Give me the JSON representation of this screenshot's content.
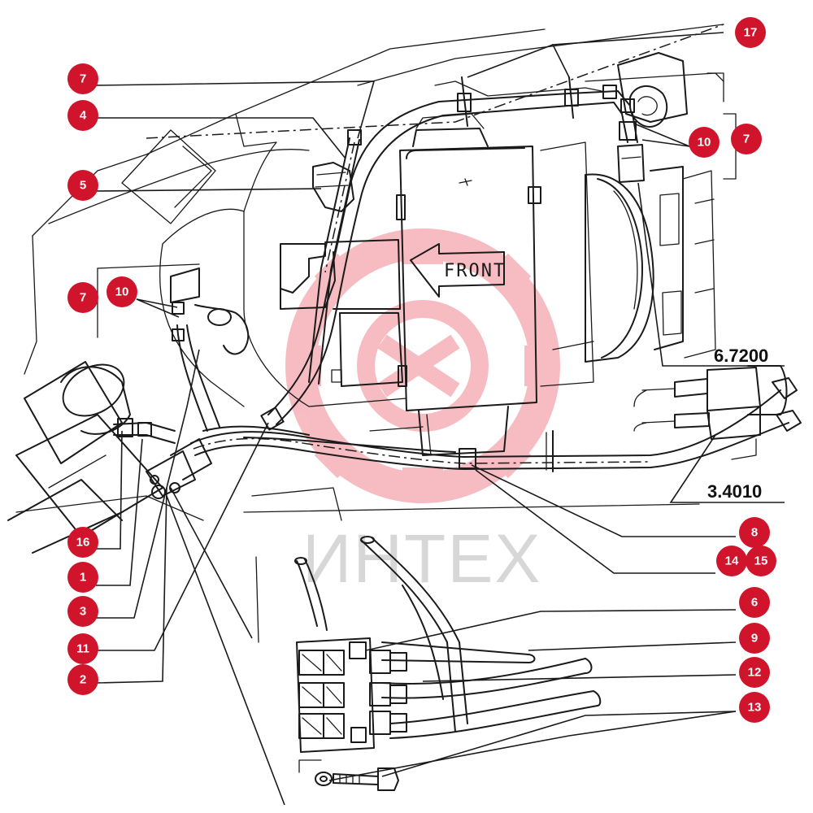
{
  "colors": {
    "callout": "#d0142c",
    "ink": "#1a1a1a",
    "watermark_logo": "#e8434f",
    "watermark_text": "#bdbdbd"
  },
  "labels": {
    "front": "FRONT",
    "watermark": "ИНТЕХ"
  },
  "references": {
    "r1": "6.7200",
    "r2": "3.4010"
  },
  "callouts": {
    "c17": "17",
    "c7a": "7",
    "c4": "4",
    "c10a": "10",
    "c7b": "7",
    "c5": "5",
    "c7c": "7",
    "c10b": "10",
    "c16": "16",
    "c1": "1",
    "c3": "3",
    "c11": "11",
    "c2": "2",
    "c8": "8",
    "c14": "14",
    "c15": "15",
    "c6": "6",
    "c9": "9",
    "c12": "12",
    "c13": "13"
  }
}
